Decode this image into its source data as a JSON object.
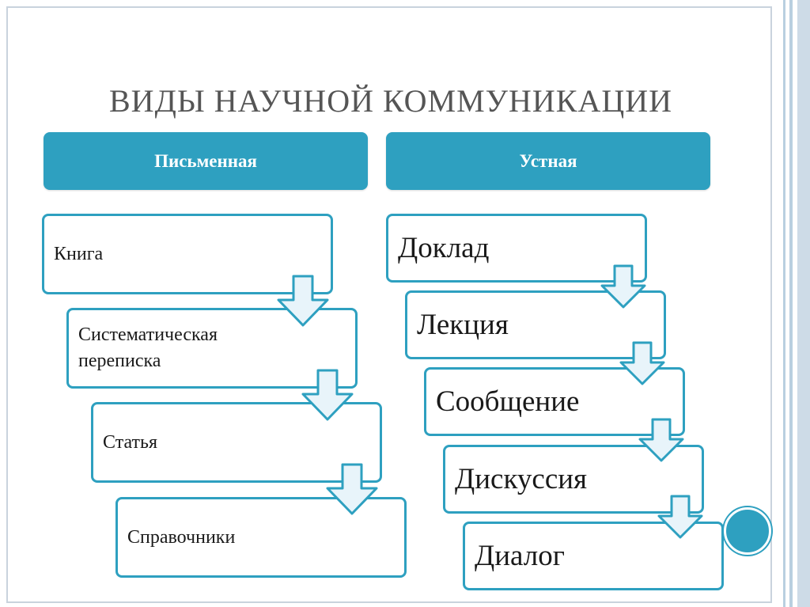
{
  "title": "Виды научной коммуникации",
  "headers": {
    "left": "Письменная",
    "right": "Устная"
  },
  "written_items": [
    "Книга",
    "Систематическая переписка",
    "Статья",
    "Справочники"
  ],
  "oral_items": [
    "Доклад",
    "Лекция",
    "Сообщение",
    "Дискуссия",
    "Диалог"
  ],
  "colors": {
    "accent": "#2ea0c0",
    "arrow_fill": "#e8f4fa",
    "title_text": "#555555"
  },
  "icons": {
    "connector": "down-arrow-icon",
    "decoration": "circle-dot-icon"
  }
}
